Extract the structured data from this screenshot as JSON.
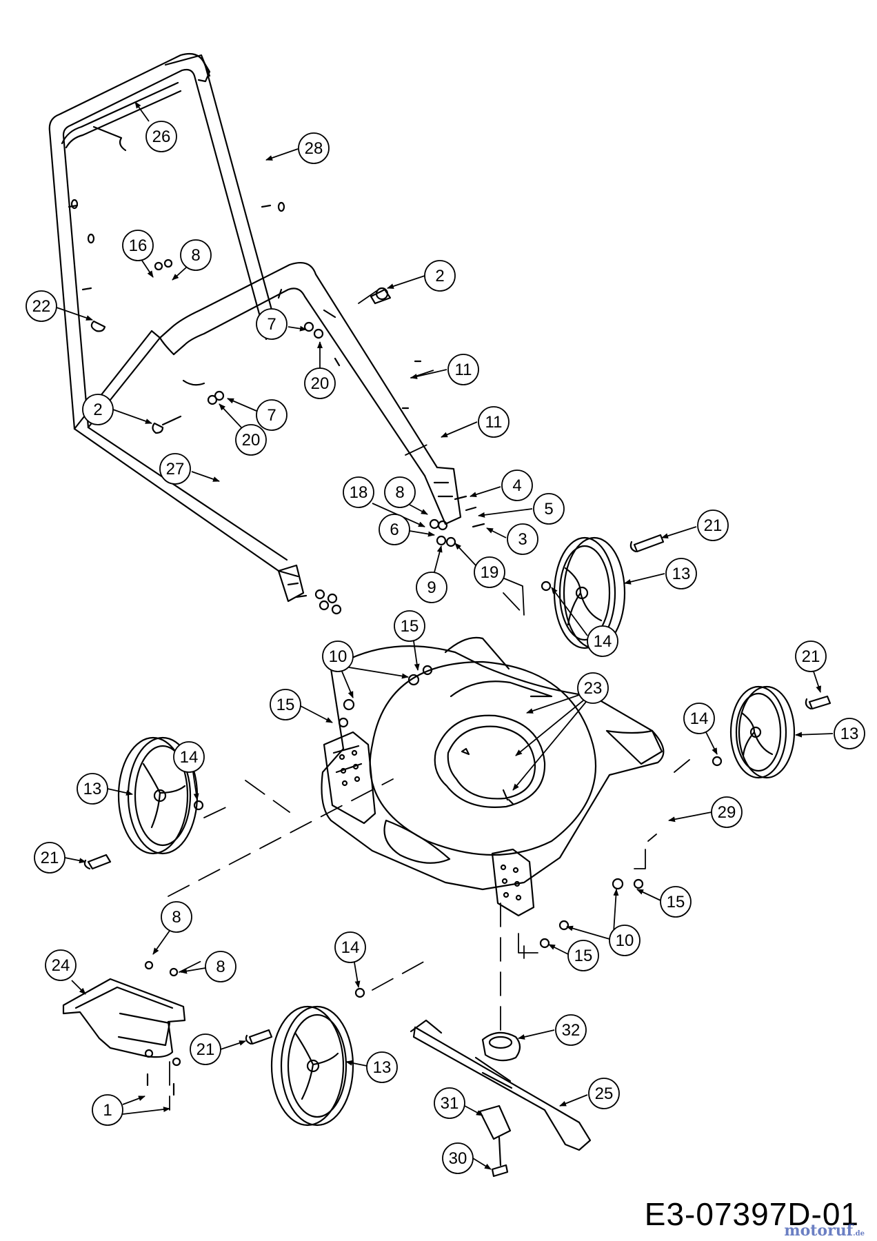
{
  "drawing_code": "E3-07397D-01",
  "watermark": {
    "brand": "motoruf",
    "tld": ".de"
  },
  "callouts": [
    {
      "id": "c26a",
      "label": "26"
    },
    {
      "id": "c28a",
      "label": "28"
    },
    {
      "id": "c16a",
      "label": "16"
    },
    {
      "id": "c8a",
      "label": "8"
    },
    {
      "id": "c2a",
      "label": "2"
    },
    {
      "id": "c22a",
      "label": "22"
    },
    {
      "id": "c7a",
      "label": "7"
    },
    {
      "id": "c20a",
      "label": "20"
    },
    {
      "id": "c11a",
      "label": "11"
    },
    {
      "id": "c2b",
      "label": "2"
    },
    {
      "id": "c7b",
      "label": "7"
    },
    {
      "id": "c20b",
      "label": "20"
    },
    {
      "id": "c11b",
      "label": "11"
    },
    {
      "id": "c27a",
      "label": "27"
    },
    {
      "id": "c4a",
      "label": "4"
    },
    {
      "id": "c18a",
      "label": "18"
    },
    {
      "id": "c8b",
      "label": "8"
    },
    {
      "id": "c5a",
      "label": "5"
    },
    {
      "id": "c6a",
      "label": "6"
    },
    {
      "id": "c3a",
      "label": "3"
    },
    {
      "id": "c9a",
      "label": "9"
    },
    {
      "id": "c19a",
      "label": "19"
    },
    {
      "id": "c21a",
      "label": "21"
    },
    {
      "id": "c13a",
      "label": "13"
    },
    {
      "id": "c14a",
      "label": "14"
    },
    {
      "id": "c15a",
      "label": "15"
    },
    {
      "id": "c10a",
      "label": "10"
    },
    {
      "id": "c23a",
      "label": "23"
    },
    {
      "id": "c21b",
      "label": "21"
    },
    {
      "id": "c15b",
      "label": "15"
    },
    {
      "id": "c14b",
      "label": "14"
    },
    {
      "id": "c13b",
      "label": "13"
    },
    {
      "id": "c14c",
      "label": "14"
    },
    {
      "id": "c13c",
      "label": "13"
    },
    {
      "id": "c29a",
      "label": "29"
    },
    {
      "id": "c21c",
      "label": "21"
    },
    {
      "id": "c15c",
      "label": "15"
    },
    {
      "id": "c8c",
      "label": "8"
    },
    {
      "id": "c10b",
      "label": "10"
    },
    {
      "id": "c15d",
      "label": "15"
    },
    {
      "id": "c24a",
      "label": "24"
    },
    {
      "id": "c8d",
      "label": "8"
    },
    {
      "id": "c14d",
      "label": "14"
    },
    {
      "id": "c32a",
      "label": "32"
    },
    {
      "id": "c21d",
      "label": "21"
    },
    {
      "id": "c13d",
      "label": "13"
    },
    {
      "id": "c25a",
      "label": "25"
    },
    {
      "id": "c1a",
      "label": "1"
    },
    {
      "id": "c31a",
      "label": "31"
    },
    {
      "id": "c30a",
      "label": "30"
    }
  ]
}
